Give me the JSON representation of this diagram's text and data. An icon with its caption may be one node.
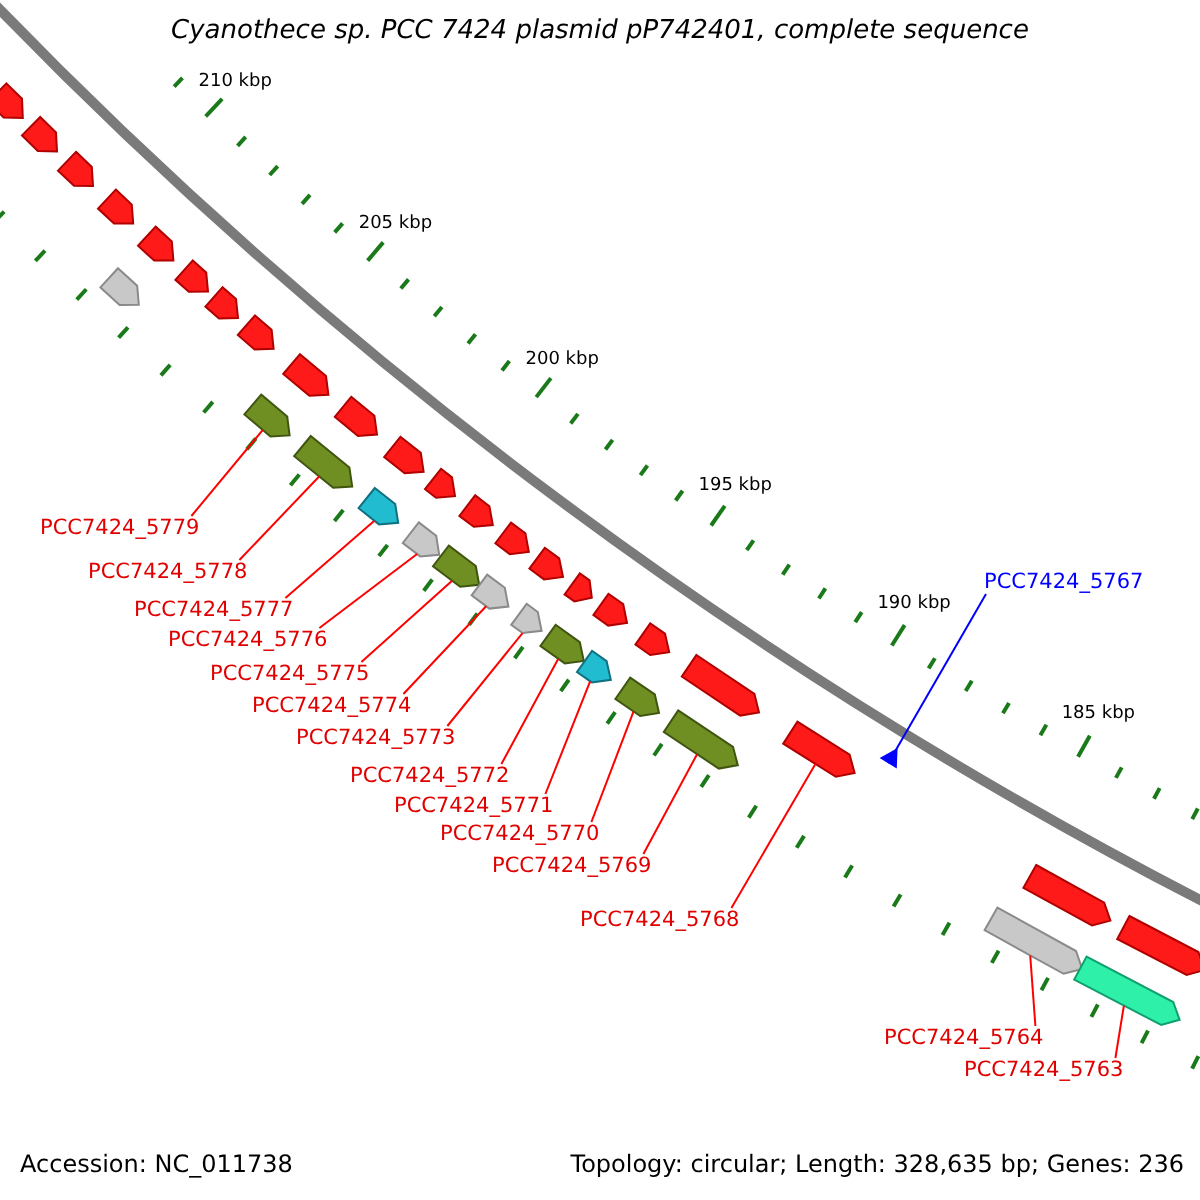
{
  "diagram": {
    "title": "Cyanothece sp. PCC 7424 plasmid pP742401, complete sequence",
    "nodes": [
      {
        "text": [
          "PCC7424_5779"
        ]
      },
      {
        "text": [
          "PCC7424_5778"
        ]
      },
      {
        "text": [
          "PCC7424_5777"
        ]
      },
      {
        "text": [
          "PCC7424_5776"
        ]
      },
      {
        "text": [
          "PCC7424_5775"
        ]
      },
      {
        "text": [
          "PCC7424_5774"
        ]
      },
      {
        "text": [
          "PCC7424_5773"
        ]
      },
      {
        "text": [
          "PCC7424_5772"
        ]
      },
      {
        "text": [
          "PCC7424_5771"
        ]
      },
      {
        "text": [
          "PCC7424_5770"
        ]
      },
      {
        "text": [
          "PCC7424_5769"
        ]
      },
      {
        "text": [
          "PCC7424_5768"
        ]
      },
      {
        "text": [
          "PCC7424_5767"
        ]
      },
      {
        "text": [
          "PCC7424_5764"
        ]
      },
      {
        "text": [
          "PCC7424_5763"
        ]
      },
      {
        "text": [],
        "shape": "bar"
      },
      {
        "text": [],
        "shape": "bar"
      },
      {
        "text": [],
        "shape": "bar"
      },
      {
        "text": [],
        "shape": "bar"
      },
      {
        "text": [],
        "shape": "bar"
      },
      {
        "text": [],
        "shape": "bar"
      },
      {
        "text": [],
        "shape": "bar"
      },
      {
        "text": [],
        "shape": "bar"
      },
      {
        "text": [],
        "shape": "bar"
      },
      {
        "text": [],
        "shape": "bar"
      },
      {
        "text": [],
        "shape": "bar"
      },
      {
        "text": [],
        "shape": "bar"
      },
      {
        "text": [],
        "shape": "triangle"
      },
      {
        "text": [],
        "shape": "bar"
      },
      {
        "text": [],
        "shape": "bar"
      },
      {
        "text": [],
        "shape": "bar"
      },
      {
        "text": [],
        "shape": "bar"
      },
      {
        "text": [],
        "shape": "bar"
      },
      {
        "text": [],
        "shape": "bar"
      },
      {
        "text": [],
        "shape": "bar"
      },
      {
        "text": [],
        "shape": "bar"
      },
      {
        "text": [],
        "shape": "bar"
      },
      {
        "text": [],
        "shape": "bar"
      },
      {
        "text": [],
        "shape": "bar"
      },
      {
        "text": [],
        "shape": "bar"
      },
      {
        "text": [],
        "shape": "bar"
      },
      {
        "text": [],
        "shape": "bar"
      },
      {
        "text": [],
        "shape": "bar"
      },
      {
        "text": [],
        "shape": "bar"
      },
      {
        "text": [],
        "shape": "bar"
      },
      {
        "text": [],
        "shape": "bar"
      },
      {
        "text": [],
        "shape": "bar"
      },
      {
        "text": [],
        "shape": "bar"
      },
      {
        "text": [],
        "shape": "bar"
      },
      {
        "text": [],
        "shape": "bar"
      },
      {
        "text": [],
        "shape": "bar"
      },
      {
        "text": [],
        "shape": "bar"
      }
    ],
    "edges": [
      {
        "from": 0,
        "to": 15,
        "arrow": "none"
      },
      {
        "from": 1,
        "to": 16,
        "arrow": "none"
      },
      {
        "from": 2,
        "to": 17,
        "arrow": "none"
      },
      {
        "from": 3,
        "to": 18,
        "arrow": "none"
      },
      {
        "from": 4,
        "to": 19,
        "arrow": "none"
      },
      {
        "from": 5,
        "to": 20,
        "arrow": "none"
      },
      {
        "from": 6,
        "to": 21,
        "arrow": "none"
      },
      {
        "from": 7,
        "to": 22,
        "arrow": "none"
      },
      {
        "from": 8,
        "to": 23,
        "arrow": "none"
      },
      {
        "from": 9,
        "to": 24,
        "arrow": "none"
      },
      {
        "from": 10,
        "to": 25,
        "arrow": "none"
      },
      {
        "from": 11,
        "to": 26,
        "arrow": "none"
      },
      {
        "from": 12,
        "to": 27,
        "arrow": "none",
        "color": "#0000ff"
      },
      {
        "from": 13,
        "to": 28,
        "arrow": "none"
      },
      {
        "from": 14,
        "to": 29,
        "arrow": "none"
      }
    ],
    "labels": [
      "210 kbp",
      "205 kbp",
      "200 kbp",
      "195 kbp",
      "190 kbp",
      "185 kbp",
      "Accession: NC_011738",
      "Topology: circular; Length: 328,635 bp; Genes: 236"
    ]
  }
}
